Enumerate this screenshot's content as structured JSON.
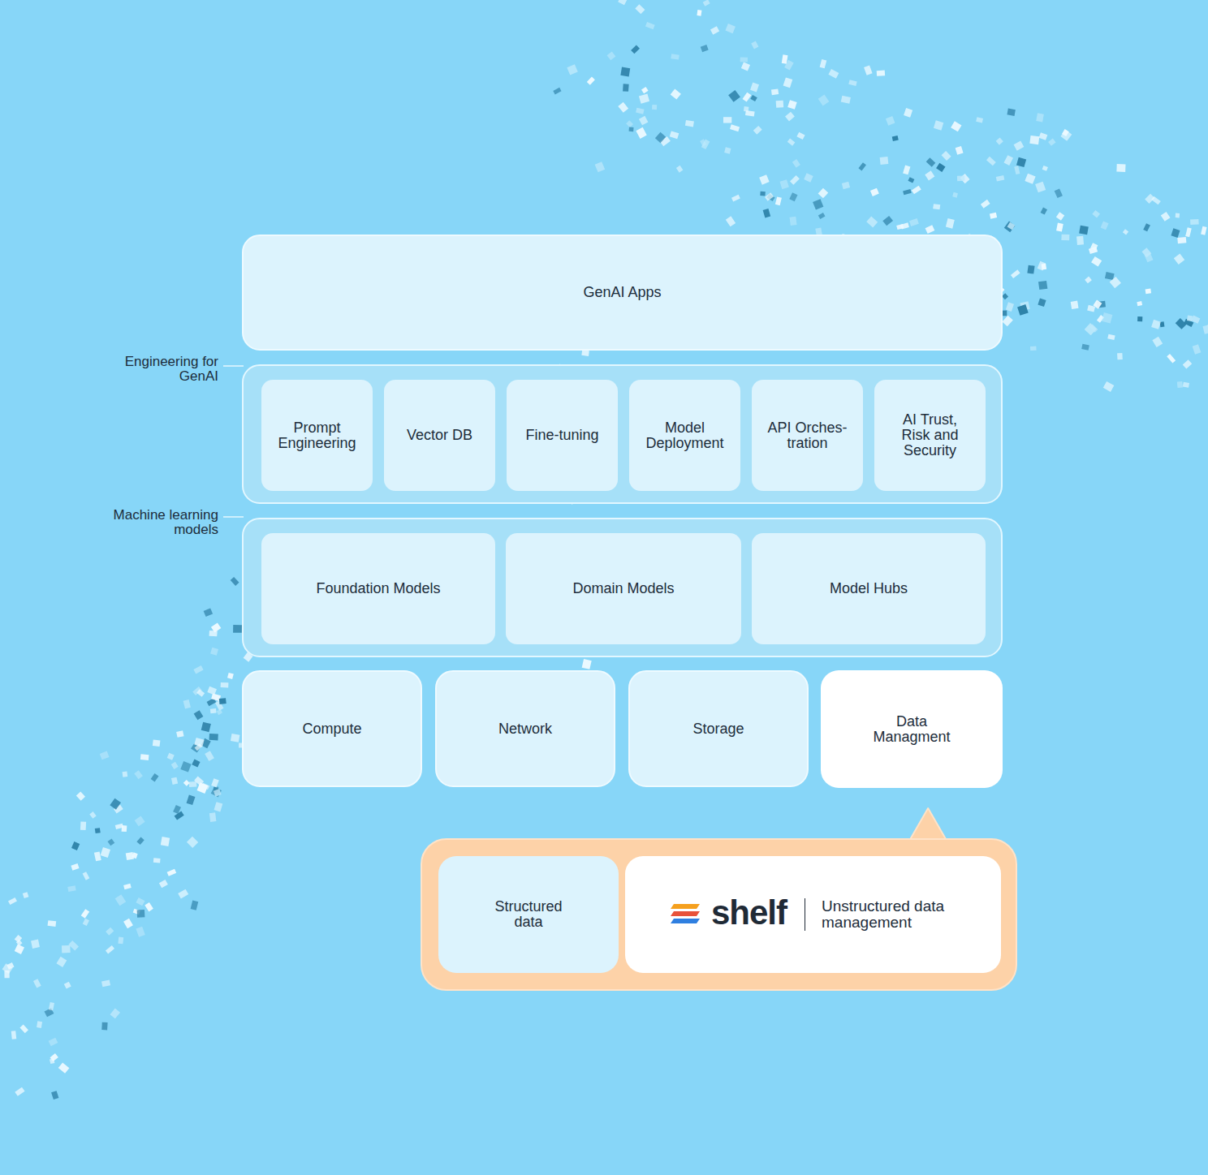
{
  "diagram": {
    "nodes": [
      {
        "text": [
          "GenAI Apps"
        ]
      },
      {
        "text": [
          "Engineering for GenAI"
        ]
      },
      {
        "text": [
          "Prompt Engineering"
        ],
        "in": 1
      },
      {
        "text": [
          "Vector DB"
        ],
        "in": 1
      },
      {
        "text": [
          "Fine-tuning"
        ],
        "in": 1
      },
      {
        "text": [
          "Model Deployment"
        ],
        "in": 1
      },
      {
        "text": [
          "API Orches- tration"
        ],
        "in": 1
      },
      {
        "text": [
          "AI Trust, Risk and Security"
        ],
        "in": 1
      },
      {
        "text": [
          "Machine learning models"
        ]
      },
      {
        "text": [
          "Foundation Models"
        ],
        "in": 8
      },
      {
        "text": [
          "Domain Models"
        ],
        "in": 8
      },
      {
        "text": [
          "Model Hubs"
        ],
        "in": 8
      },
      {
        "text": [
          "Compute"
        ]
      },
      {
        "text": [
          "Network"
        ]
      },
      {
        "text": [
          "Storage"
        ]
      },
      {
        "text": [
          "Data Managment"
        ]
      },
      {
        "text": []
      },
      {
        "text": [
          "Structured data"
        ],
        "in": 16
      },
      {
        "text": [
          "shelf",
          "Unstructured data management"
        ],
        "in": 16
      }
    ],
    "edges": [
      {
        "from": 16,
        "to": 15,
        "arrow": "to"
      }
    ]
  }
}
